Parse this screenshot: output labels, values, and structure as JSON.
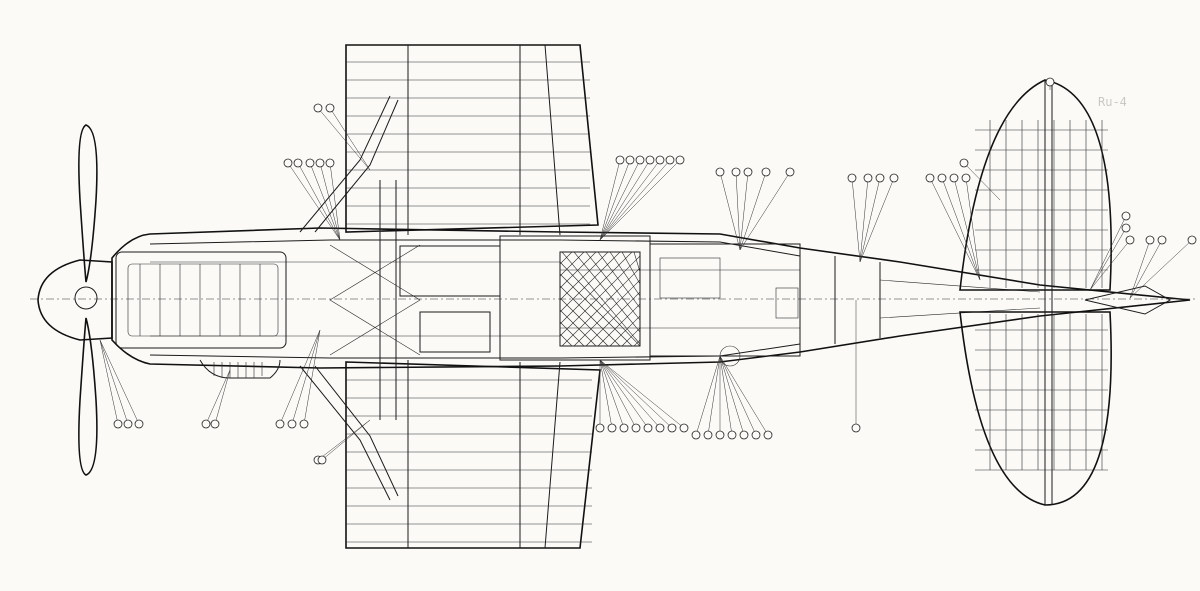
{
  "sheet": {
    "corner_mark": "Ru-4",
    "paper_color": "#fbfaf7",
    "ink_color": "#1b1b1b"
  },
  "callouts": {
    "label_style": "numbered-circle",
    "groups": [
      "propeller",
      "engine-bay",
      "wing-gear",
      "cockpit-fuselage",
      "tail-section"
    ]
  }
}
